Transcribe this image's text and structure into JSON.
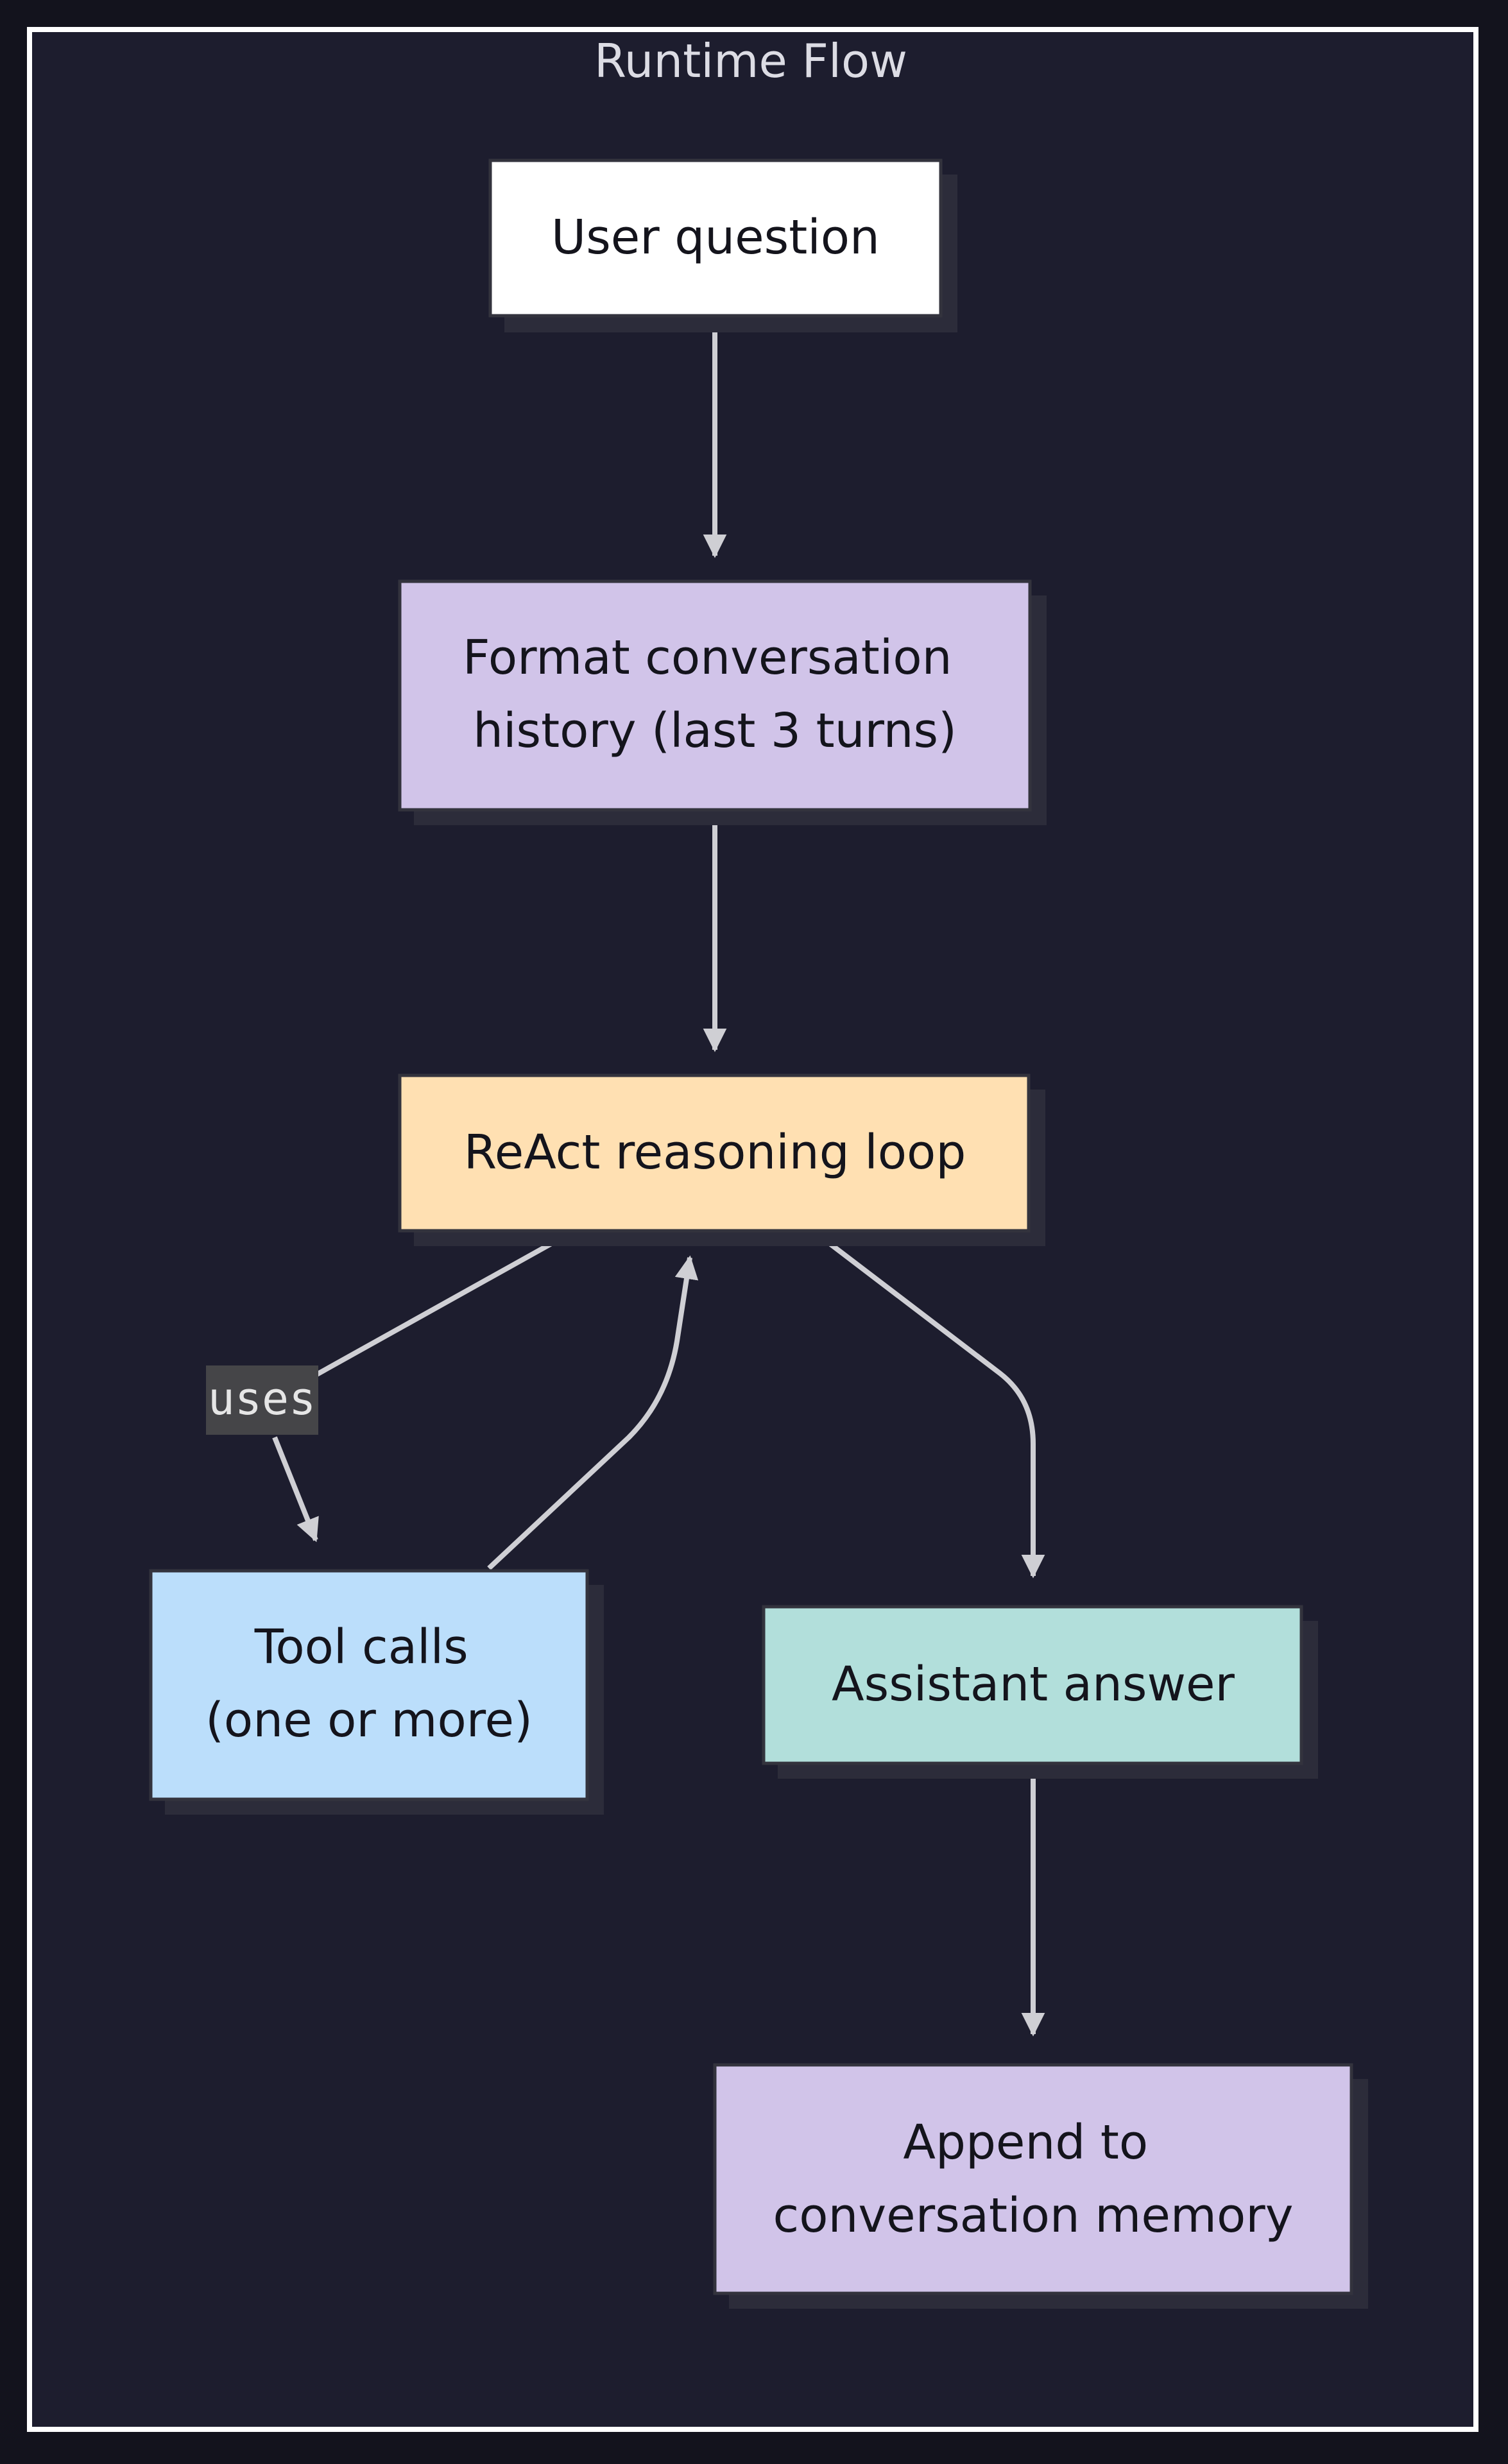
{
  "frame": {
    "title": "Runtime Flow"
  },
  "nodes": {
    "user_question": {
      "label": [
        "User question"
      ],
      "color": "#ffffff"
    },
    "format_history": {
      "label": [
        "Format conversation",
        "history (last 3 turns)"
      ],
      "color": "#d1c4e9"
    },
    "react_loop": {
      "label": [
        "ReAct reasoning loop"
      ],
      "color": "#ffe0b2"
    },
    "tool_calls": {
      "label": [
        "Tool calls",
        "(one or more)"
      ],
      "color": "#bbdefb"
    },
    "assistant_answer": {
      "label": [
        "Assistant answer"
      ],
      "color": "#b2dfdb"
    },
    "append_memory": {
      "label": [
        "Append to",
        "conversation memory"
      ],
      "color": "#d1c4e9"
    }
  },
  "edges": {
    "uses_label": "uses"
  },
  "colors": {
    "page_background": "#13131d",
    "canvas_background": "#1d1d2e",
    "frame_border": "#ffffff",
    "edge": "#cfcfd4",
    "edge_label_background": "#454548"
  }
}
